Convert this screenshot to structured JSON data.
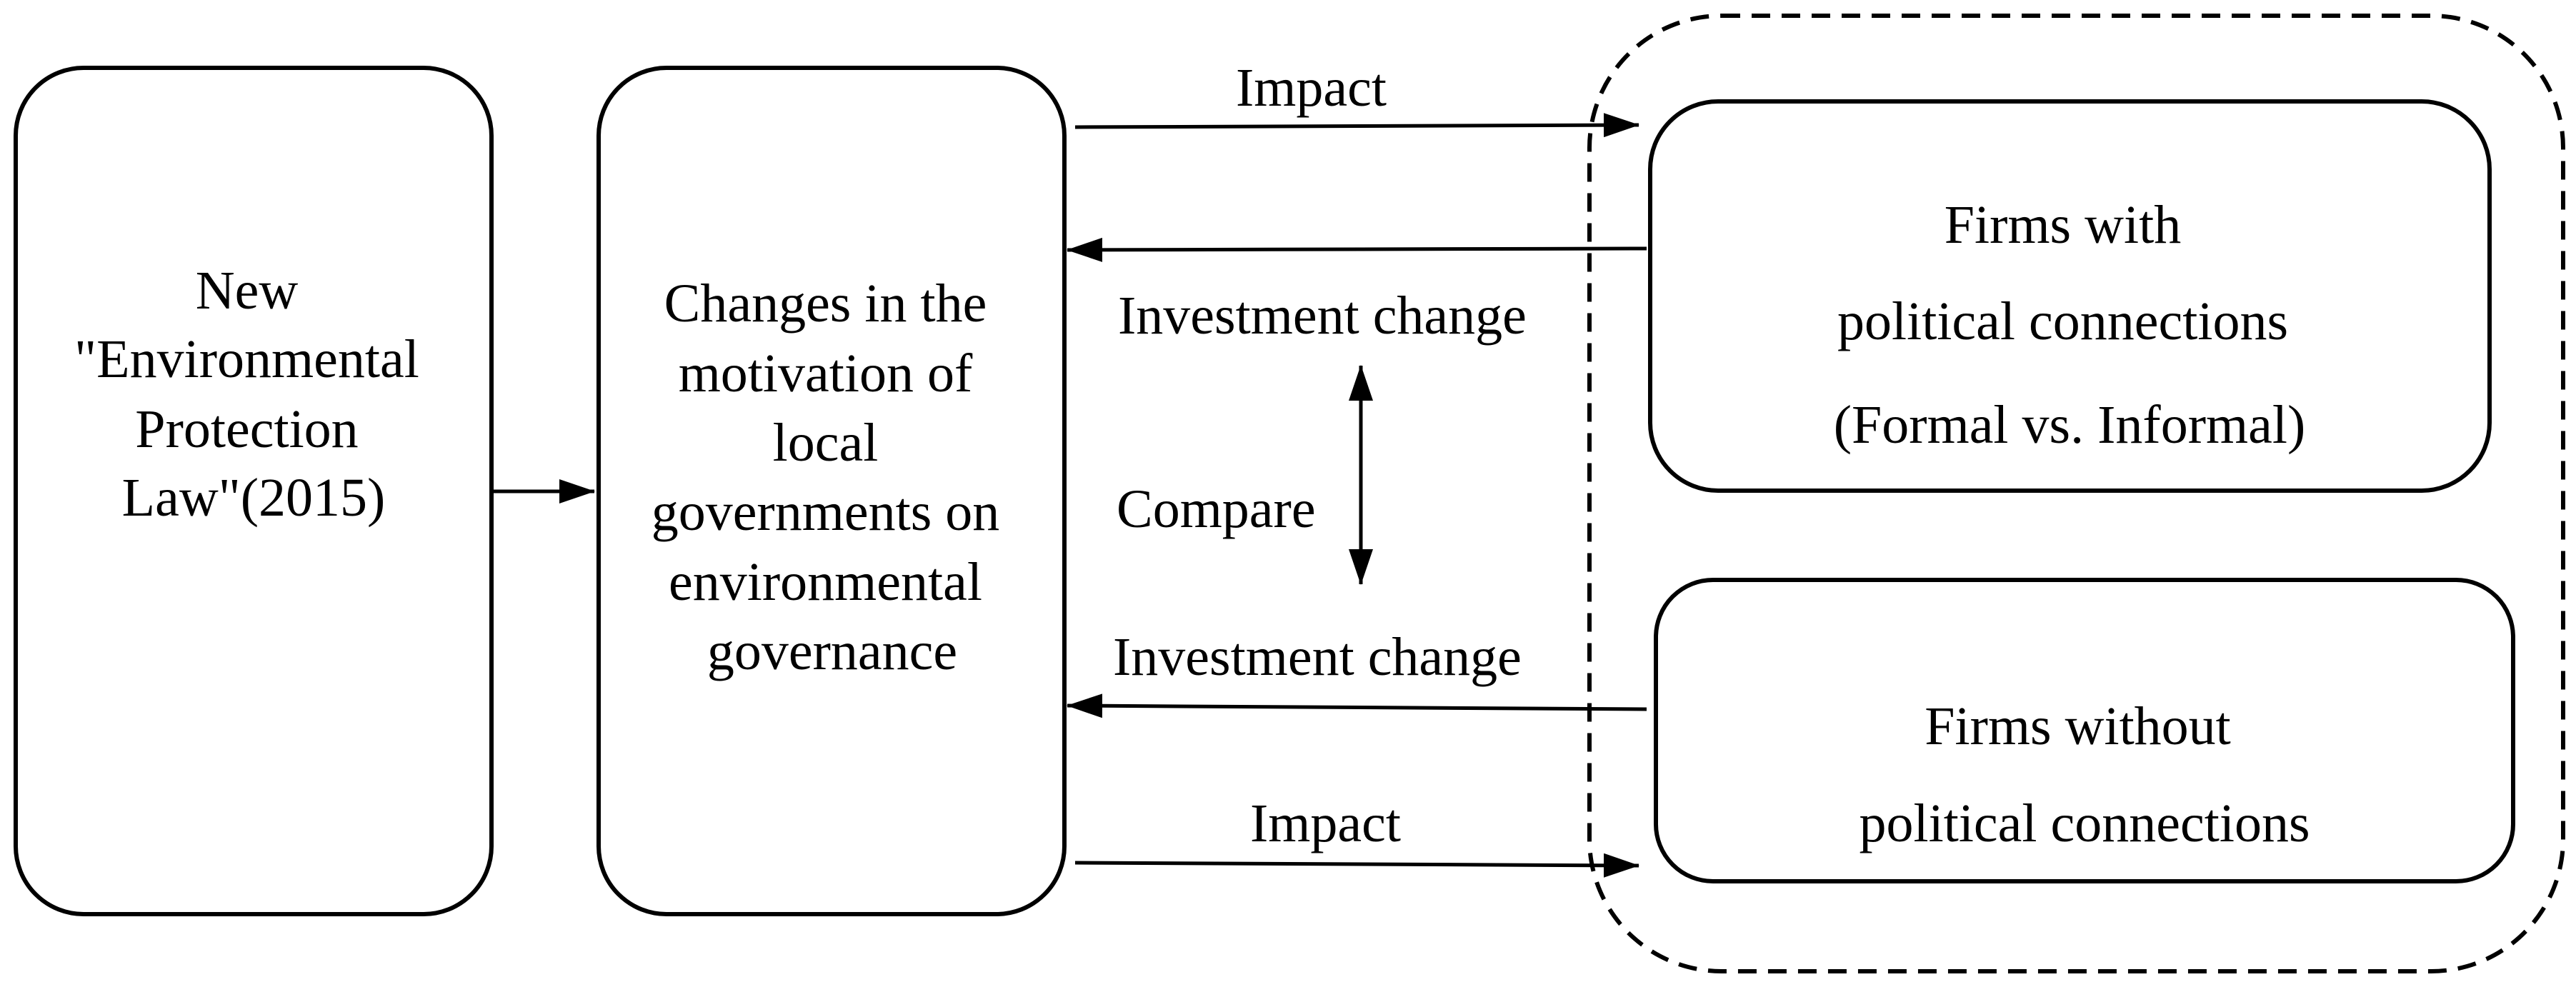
{
  "nodes": {
    "law": {
      "lines": [
        "New",
        "\"Environmental",
        "Protection",
        "Law\"(2015)"
      ]
    },
    "motivation": {
      "lines": [
        "Changes in the",
        "motivation of",
        "local",
        "governments on",
        "environmental",
        "governance"
      ]
    },
    "firms_with": {
      "lines": [
        "Firms with",
        "political connections",
        "(Formal vs. Informal)"
      ]
    },
    "firms_without": {
      "lines": [
        "Firms without",
        "political connections"
      ]
    }
  },
  "edges": {
    "impact_top": "Impact",
    "investment_top": "Investment change",
    "compare": "Compare",
    "investment_bottom": "Investment change",
    "impact_bottom": "Impact"
  },
  "colors": {
    "stroke": "#000000",
    "background": "#ffffff"
  }
}
